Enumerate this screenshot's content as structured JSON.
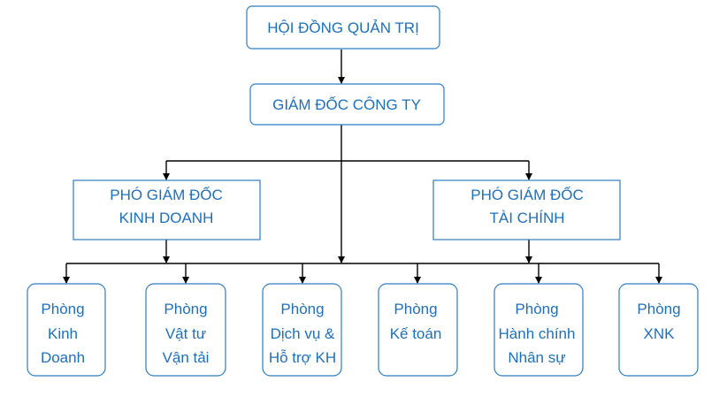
{
  "board": {
    "label": "HỘI ĐỒNG QUẢN TRỊ"
  },
  "director": {
    "label": "GIÁM ĐỐC CÔNG TY"
  },
  "deputy_business": {
    "lines": [
      "PHÓ GIÁM ĐỐC",
      "KINH DOANH"
    ]
  },
  "deputy_finance": {
    "lines": [
      "PHÓ GIÁM ĐỐC",
      "TÀI CHÍNH"
    ]
  },
  "departments": [
    {
      "lines": [
        "Phòng",
        "Kinh",
        "Doanh"
      ]
    },
    {
      "lines": [
        "Phòng",
        "Vật tư",
        "Vận tải"
      ]
    },
    {
      "lines": [
        "Phòng",
        "Dịch vụ &",
        "Hỗ trợ KH"
      ]
    },
    {
      "lines": [
        "Phòng",
        "Kế toán"
      ]
    },
    {
      "lines": [
        "Phòng",
        "Hành chính",
        "Nhân sự"
      ]
    },
    {
      "lines": [
        "Phòng",
        "XNK"
      ]
    }
  ],
  "colors": {
    "text": "#1f6fb7",
    "border": "#2f7cc0",
    "connector": "#000000"
  }
}
